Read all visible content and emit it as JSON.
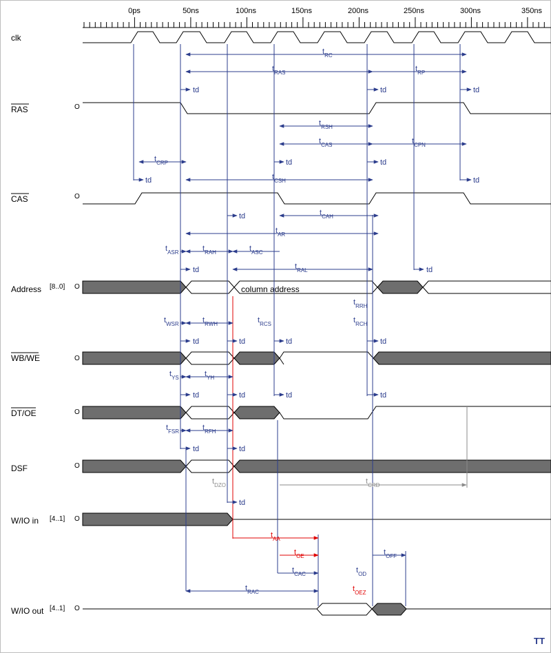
{
  "time_axis": {
    "labels": [
      "0ps",
      "50ns",
      "100ns",
      "150ns",
      "200ns",
      "250ns",
      "300ns",
      "350ns"
    ]
  },
  "signals": [
    {
      "id": "clk",
      "name": "clk",
      "overline": false,
      "range": "",
      "init": ""
    },
    {
      "id": "ras",
      "name": "RAS",
      "overline": true,
      "range": "",
      "init": "O"
    },
    {
      "id": "cas",
      "name": "CAS",
      "overline": true,
      "range": "",
      "init": "O"
    },
    {
      "id": "address",
      "name": "Address",
      "overline": false,
      "range": "[8..0]",
      "init": "O"
    },
    {
      "id": "wbwe",
      "name": "WB/WE",
      "overline": true,
      "range": "",
      "init": "O"
    },
    {
      "id": "dtoe",
      "name": "DT/OE",
      "overline": true,
      "range": "",
      "init": "O"
    },
    {
      "id": "dsf",
      "name": "DSF",
      "overline": false,
      "range": "",
      "init": "O"
    },
    {
      "id": "wio_in",
      "name": "W/IO in",
      "overline": false,
      "range": "[4..1]",
      "init": "O"
    },
    {
      "id": "wio_out",
      "name": "W/IO out",
      "overline": false,
      "range": "[4..1]",
      "init": "O"
    }
  ],
  "bus_text": {
    "address_column": "column address"
  },
  "delay_label": "td",
  "timing_labels": [
    {
      "id": "trc",
      "main": "t",
      "sub": "RC",
      "color": "#2b3c8c"
    },
    {
      "id": "tras",
      "main": "t",
      "sub": "RAS",
      "color": "#2b3c8c"
    },
    {
      "id": "trp",
      "main": "t",
      "sub": "RP",
      "color": "#2b3c8c"
    },
    {
      "id": "trsh",
      "main": "t",
      "sub": "RSH",
      "color": "#2b3c8c"
    },
    {
      "id": "tcas",
      "main": "t",
      "sub": "CAS",
      "color": "#2b3c8c"
    },
    {
      "id": "tcpn",
      "main": "t",
      "sub": "CPN",
      "color": "#2b3c8c"
    },
    {
      "id": "tcrp",
      "main": "t",
      "sub": "CRP",
      "color": "#2b3c8c"
    },
    {
      "id": "tcsh",
      "main": "t",
      "sub": "CSH",
      "color": "#2b3c8c"
    },
    {
      "id": "tcah",
      "main": "t",
      "sub": "CAH",
      "color": "#2b3c8c"
    },
    {
      "id": "tar",
      "main": "t",
      "sub": "AR",
      "color": "#2b3c8c"
    },
    {
      "id": "tasr",
      "main": "t",
      "sub": "ASR",
      "color": "#2b3c8c"
    },
    {
      "id": "trah",
      "main": "t",
      "sub": "RAH",
      "color": "#2b3c8c"
    },
    {
      "id": "tasc",
      "main": "t",
      "sub": "ASC",
      "color": "#2b3c8c"
    },
    {
      "id": "tral",
      "main": "t",
      "sub": "RAL",
      "color": "#2b3c8c"
    },
    {
      "id": "trrh",
      "main": "t",
      "sub": "RRH",
      "color": "#2b3c8c"
    },
    {
      "id": "twsr",
      "main": "t",
      "sub": "WSR",
      "color": "#2b3c8c"
    },
    {
      "id": "trwh",
      "main": "t",
      "sub": "RWH",
      "color": "#2b3c8c"
    },
    {
      "id": "trcs",
      "main": "t",
      "sub": "RCS",
      "color": "#2b3c8c"
    },
    {
      "id": "trch",
      "main": "t",
      "sub": "RCH",
      "color": "#2b3c8c"
    },
    {
      "id": "tys",
      "main": "t",
      "sub": "YS",
      "color": "#2b3c8c"
    },
    {
      "id": "tyh",
      "main": "t",
      "sub": "YH",
      "color": "#2b3c8c"
    },
    {
      "id": "tfsr",
      "main": "t",
      "sub": "FSR",
      "color": "#2b3c8c"
    },
    {
      "id": "trfh",
      "main": "t",
      "sub": "RFH",
      "color": "#2b3c8c"
    },
    {
      "id": "tdzo",
      "main": "t",
      "sub": "DZO",
      "color": "#8a8a8a"
    },
    {
      "id": "tcrd",
      "main": "t",
      "sub": "CRD",
      "color": "#8a8a8a"
    },
    {
      "id": "taa",
      "main": "t",
      "sub": "AA",
      "color": "#e00000"
    },
    {
      "id": "toe",
      "main": "t",
      "sub": "OE",
      "color": "#e00000"
    },
    {
      "id": "toff",
      "main": "t",
      "sub": "OFF",
      "color": "#2b3c8c"
    },
    {
      "id": "tcac",
      "main": "t",
      "sub": "CAC",
      "color": "#2b3c8c"
    },
    {
      "id": "tod",
      "main": "t",
      "sub": "OD",
      "color": "#2b3c8c"
    },
    {
      "id": "trac",
      "main": "t",
      "sub": "RAC",
      "color": "#2b3c8c"
    },
    {
      "id": "toez",
      "main": "t",
      "sub": "OEZ",
      "color": "#e00000"
    }
  ],
  "logo": "TT",
  "colors": {
    "arrow_blue": "#2b3c8c",
    "arrow_red": "#e00000",
    "arrow_grey": "#8a8a8a",
    "bus_fill": "#6e6e6e",
    "border": "#bdbdbd"
  }
}
